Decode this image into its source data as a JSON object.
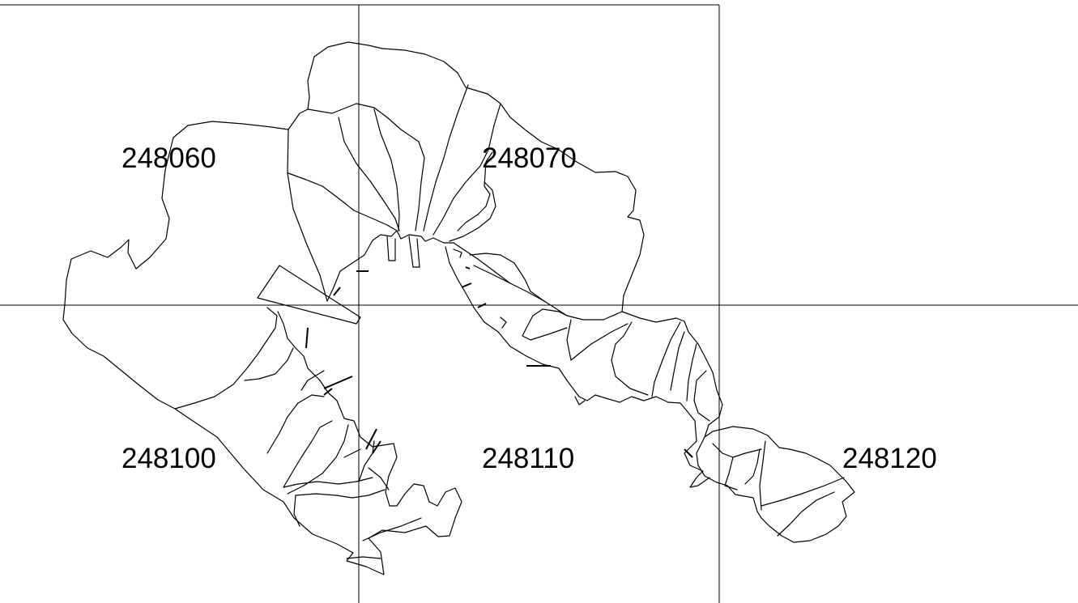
{
  "map": {
    "background": "#ffffff",
    "line_color": "#000000",
    "sheets": [
      {
        "id": "sheet-248060",
        "label": "248060"
      },
      {
        "id": "sheet-248070",
        "label": "248070"
      },
      {
        "id": "sheet-248100",
        "label": "248100"
      },
      {
        "id": "sheet-248110",
        "label": "248110"
      },
      {
        "id": "sheet-248120",
        "label": "248120"
      }
    ]
  }
}
